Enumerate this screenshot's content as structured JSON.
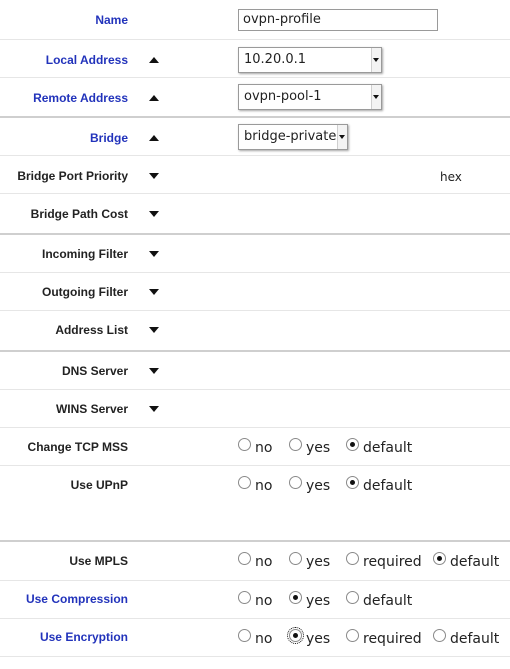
{
  "form": {
    "name": {
      "label": "Name",
      "value": "ovpn-profile"
    },
    "local_address": {
      "label": "Local Address",
      "value": "10.20.0.1"
    },
    "remote_address": {
      "label": "Remote Address",
      "value": "ovpn-pool-1"
    },
    "bridge": {
      "label": "Bridge",
      "value": "bridge-private"
    },
    "bridge_port_priority": {
      "label": "Bridge Port Priority",
      "suffix": "hex"
    },
    "bridge_path_cost": {
      "label": "Bridge Path Cost"
    },
    "incoming_filter": {
      "label": "Incoming Filter"
    },
    "outgoing_filter": {
      "label": "Outgoing Filter"
    },
    "address_list": {
      "label": "Address List"
    },
    "dns_server": {
      "label": "DNS Server"
    },
    "wins_server": {
      "label": "WINS Server"
    },
    "change_tcp_mss": {
      "label": "Change TCP MSS",
      "options": [
        "no",
        "yes",
        "default"
      ],
      "selected": "default"
    },
    "use_upnp": {
      "label": "Use UPnP",
      "options": [
        "no",
        "yes",
        "default"
      ],
      "selected": "default"
    },
    "use_mpls": {
      "label": "Use MPLS",
      "options": [
        "no",
        "yes",
        "required",
        "default"
      ],
      "selected": "default"
    },
    "use_compression": {
      "label": "Use Compression",
      "options": [
        "no",
        "yes",
        "default"
      ],
      "selected": "yes"
    },
    "use_encryption": {
      "label": "Use Encryption",
      "options": [
        "no",
        "yes",
        "required",
        "default"
      ],
      "selected": "yes"
    }
  },
  "colors": {
    "required_label": "#2233bb",
    "normal_label": "#222222"
  }
}
